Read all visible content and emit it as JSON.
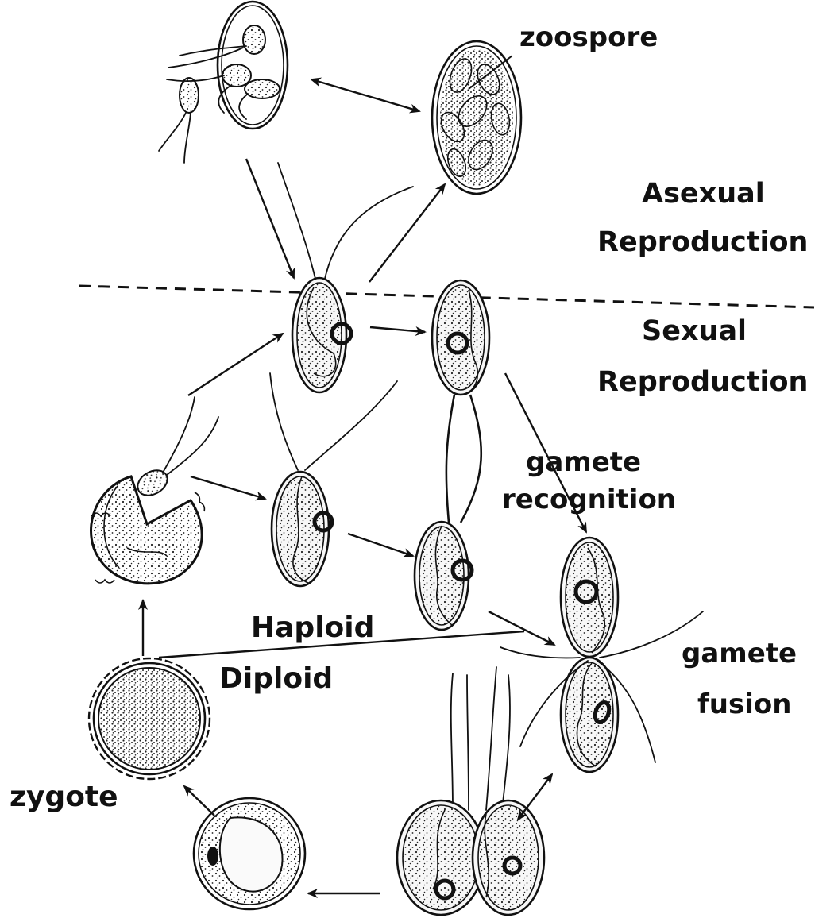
{
  "labels": {
    "zoospore": "zoospore",
    "asexual_line1": "Asexual",
    "asexual_line2": "Reproduction",
    "sexual_line1": "Sexual",
    "sexual_line2": "Reproduction",
    "recognition_line1": "gamete",
    "recognition_line2": "recognition",
    "haploid": "Haploid",
    "diploid": "Diploid",
    "fusion_line1": "gamete",
    "fusion_line2": "fusion",
    "zygote": "zygote"
  },
  "colors": {
    "ink": "#111111",
    "paper": "#ffffff"
  }
}
